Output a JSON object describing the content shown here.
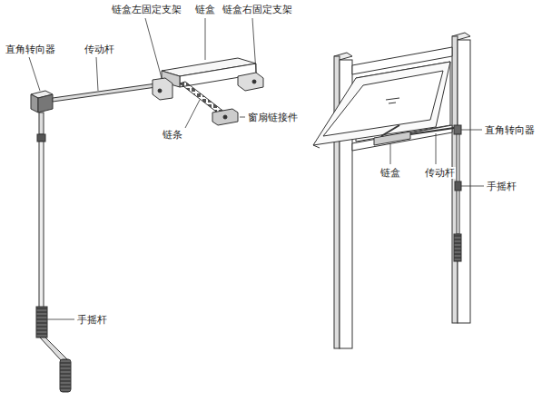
{
  "diagram": {
    "labels": [
      "链盒左固定支架",
      "链盒",
      "链盒右固定支架",
      "直角转向器",
      "传动杆",
      "窗扇链接件",
      "链条",
      "手摇杆",
      "直角转向器",
      "链盒",
      "传动杆",
      "手摇杆"
    ]
  }
}
